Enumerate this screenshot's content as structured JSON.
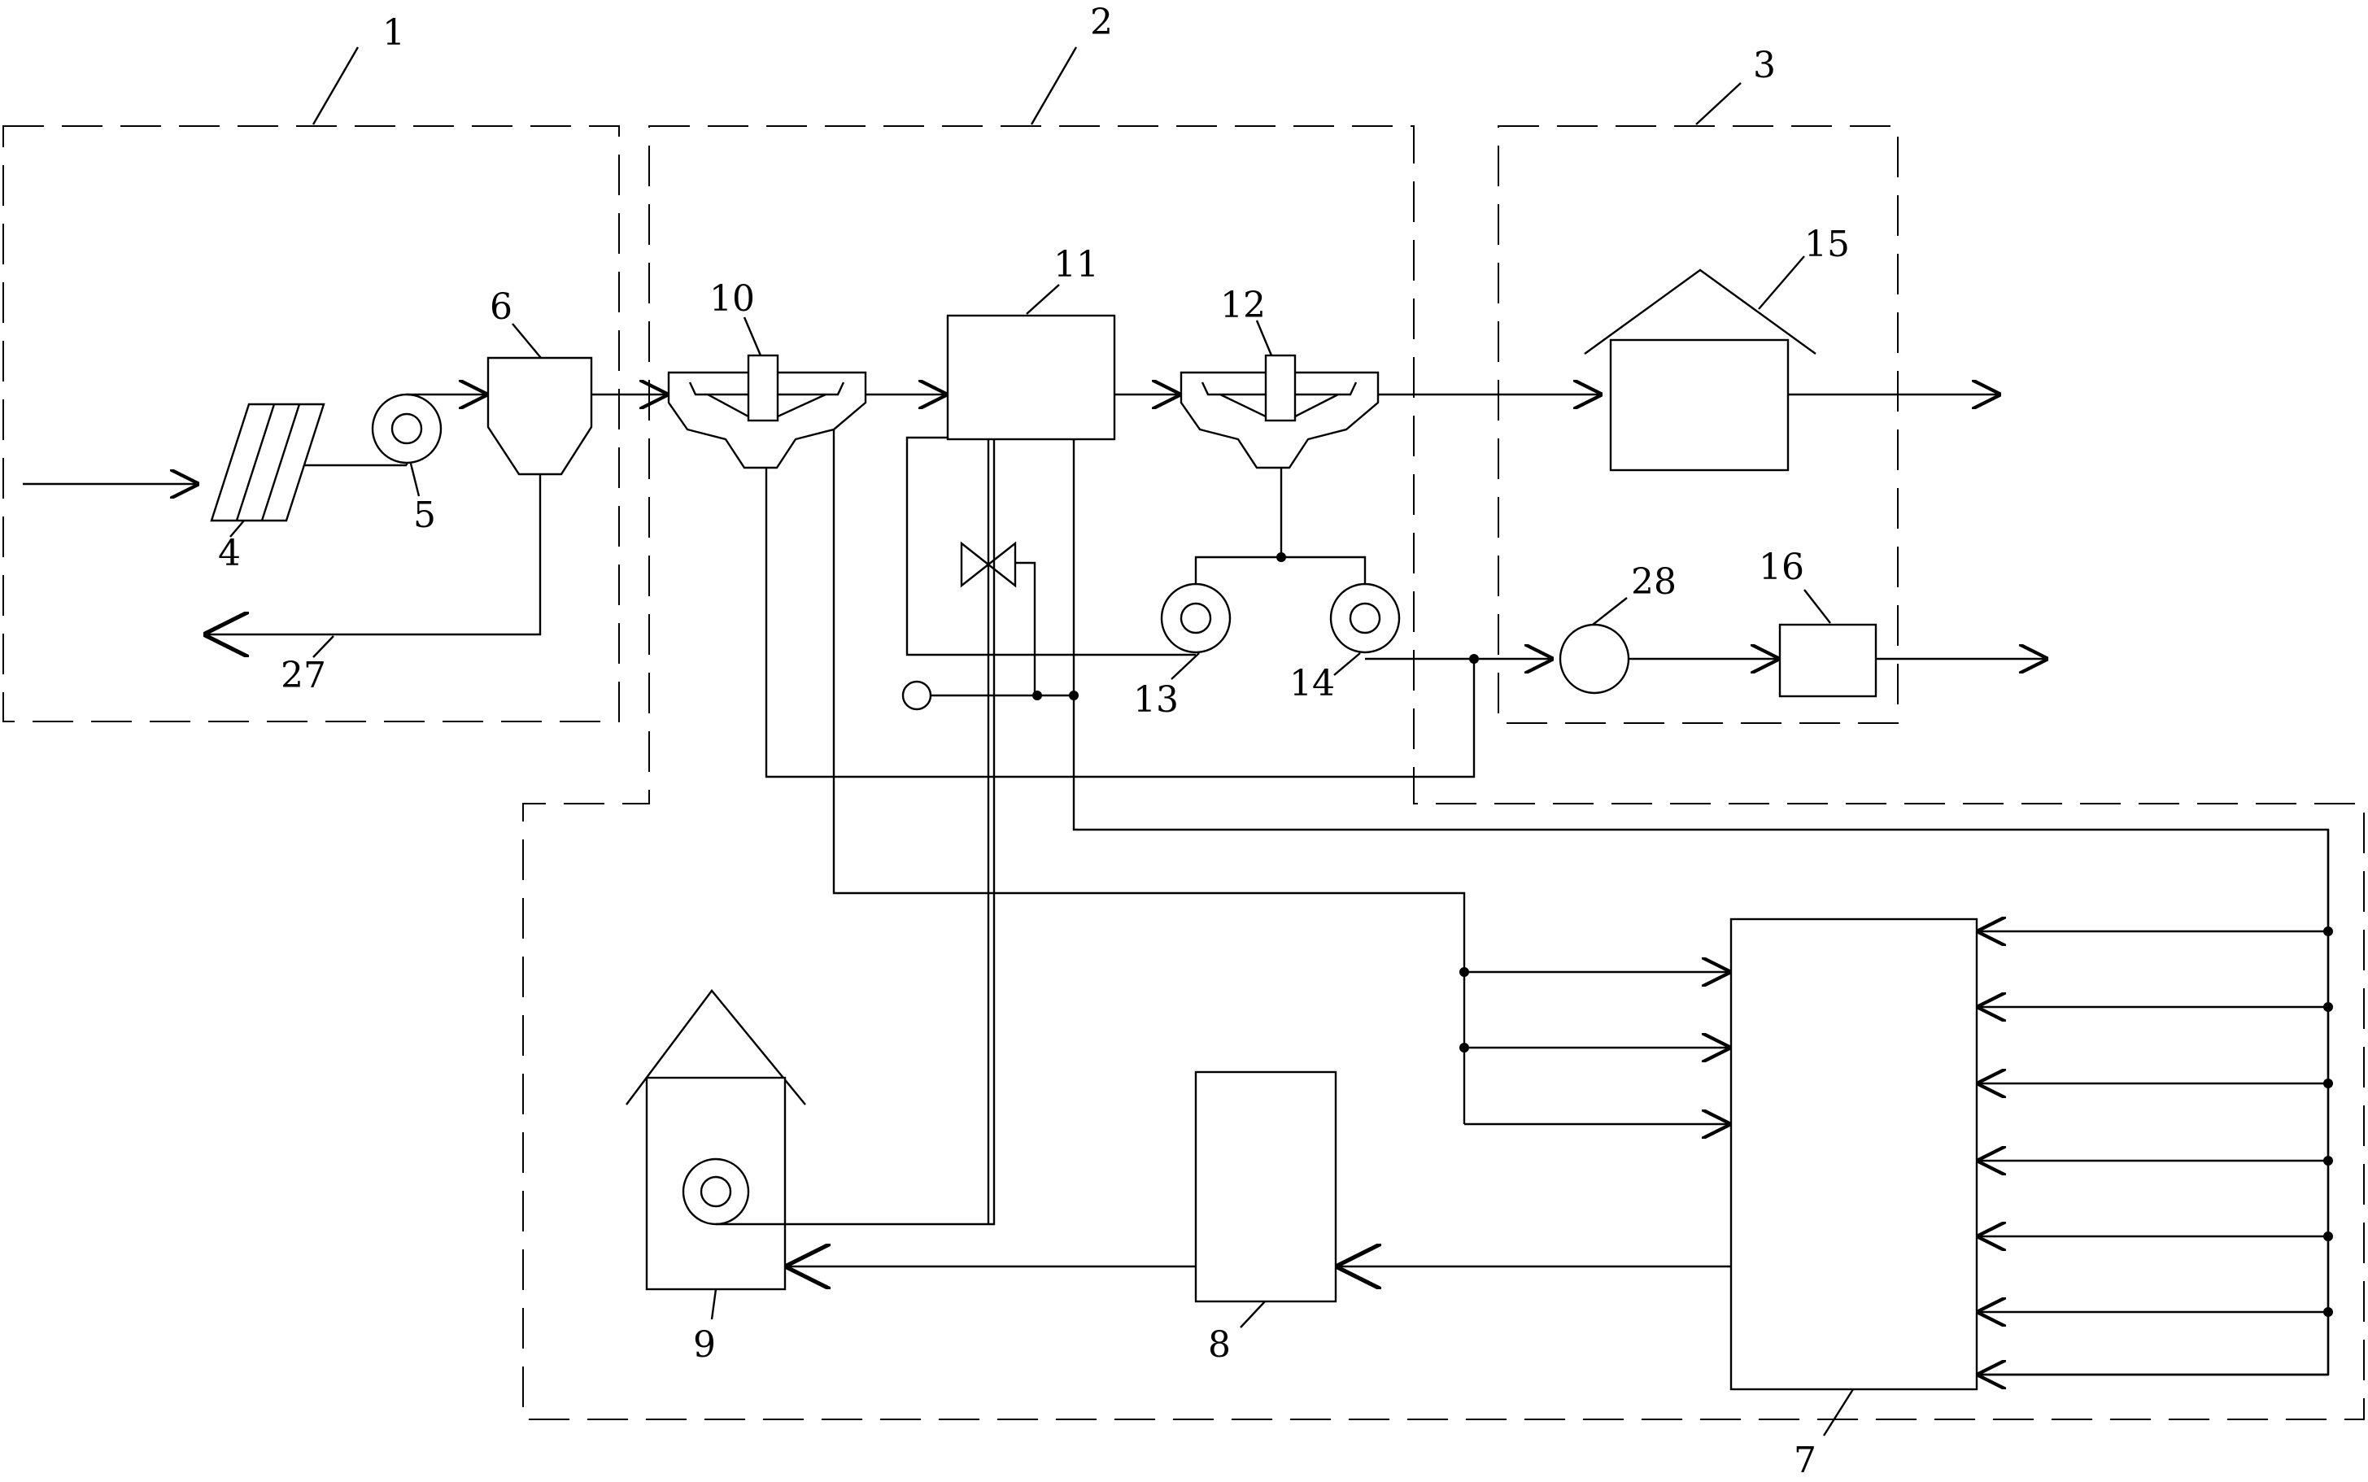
{
  "labels": {
    "region_1": "1",
    "region_2": "2",
    "region_3": "3",
    "part_4": "4",
    "part_5": "5",
    "part_6": "6",
    "part_7": "7",
    "part_8": "8",
    "part_9": "9",
    "part_10": "10",
    "part_11": "11",
    "part_12": "12",
    "part_13": "13",
    "part_14": "14",
    "part_15": "15",
    "part_16": "16",
    "part_27": "27",
    "part_28": "28"
  }
}
